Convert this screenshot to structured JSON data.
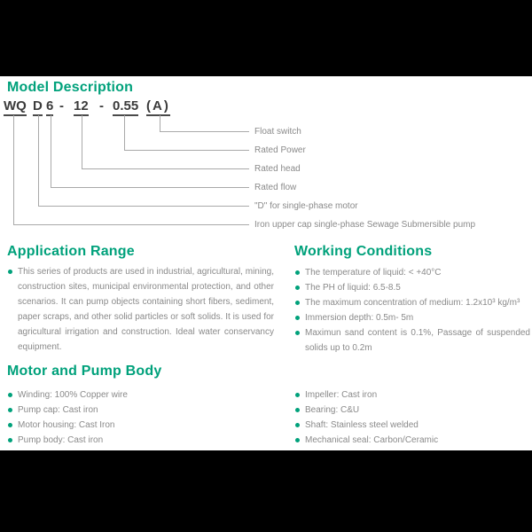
{
  "page": {
    "accent_color": "#00A17B",
    "body_text_color": "#8a8a8a",
    "band_color": "#000000"
  },
  "model_section": {
    "title": "Model Description",
    "code_parts": {
      "series": "WQ",
      "motor_code": "D",
      "flow": "6",
      "dash1": "-",
      "head": "12",
      "dash2": "-",
      "power": "0.55",
      "float": "(A)"
    },
    "labels": {
      "float_switch": "Float switch",
      "rated_power": "Rated Power",
      "rated_head": "Rated head",
      "rated_flow": "Rated flow",
      "motor_code": "\"D\" for single-phase motor",
      "series": "Iron upper cap single-phase Sewage Submersible pump"
    }
  },
  "application": {
    "title": "Application Range",
    "text": "This series of products are used in industrial, agricultural, mining, construction sites, municipal environmental protection, and other scenarios. It can pump objects containing short fibers, sediment, paper scraps, and other solid particles or soft solids. It is used for agricultural irrigation and construction. Ideal water conservancy equipment."
  },
  "working": {
    "title": "Working Conditions",
    "items": [
      "The temperature of liquid: < +40°C",
      "The PH of liquid: 6.5-8.5",
      "The maximum concentration of medium: 1.2x10³ kg/m³",
      "Immersion depth: 0.5m- 5m",
      "Maximun sand content is 0.1%, Passage of suspended solids up to 0.2m"
    ]
  },
  "motor": {
    "title": "Motor and Pump Body",
    "left_items": [
      "Winding: 100% Copper wire",
      "Pump cap: Cast iron",
      "Motor housing: Cast Iron",
      "Pump body: Cast iron"
    ],
    "right_items": [
      "Impeller: Cast iron",
      "Bearing: C&U",
      "Shaft: Stainless steel welded",
      "Mechanical seal: Carbon/Ceramic"
    ]
  }
}
